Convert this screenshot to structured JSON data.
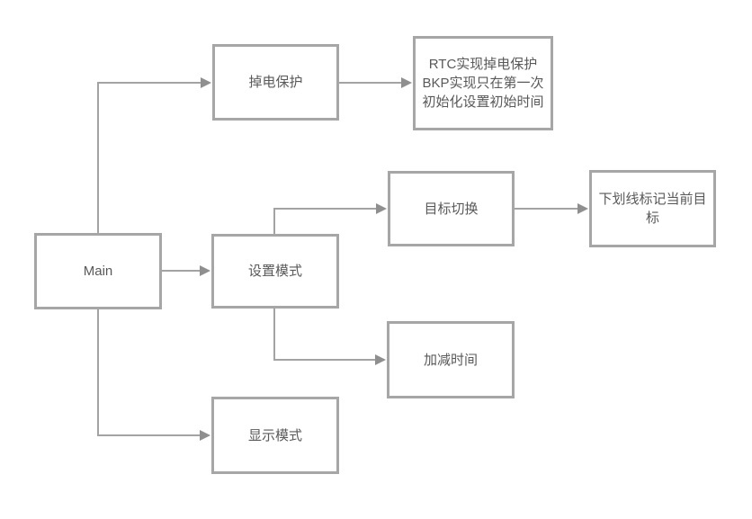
{
  "diagram": {
    "type": "flowchart",
    "colors": {
      "node_border": "#a6a6a6",
      "connector": "#a3a3a3",
      "arrowhead": "#8f8f8f",
      "text": "#595959",
      "background": "#ffffff"
    },
    "nodes": [
      {
        "id": "main",
        "label": "Main"
      },
      {
        "id": "power-protection",
        "label": "掉电保护"
      },
      {
        "id": "rtc-note",
        "label": "RTC实现掉电保护\nBKP实现只在第一次\n初始化设置初始时间"
      },
      {
        "id": "target-switch",
        "label": "目标切换"
      },
      {
        "id": "underline-note",
        "label": "下划线标记当前目\n标"
      },
      {
        "id": "set-mode",
        "label": "设置模式"
      },
      {
        "id": "time-adjust",
        "label": "加减时间"
      },
      {
        "id": "display-mode",
        "label": "显示模式"
      }
    ],
    "edges": [
      {
        "from": "main",
        "to": "power-protection"
      },
      {
        "from": "main",
        "to": "set-mode"
      },
      {
        "from": "main",
        "to": "display-mode"
      },
      {
        "from": "power-protection",
        "to": "rtc-note"
      },
      {
        "from": "set-mode",
        "to": "target-switch"
      },
      {
        "from": "set-mode",
        "to": "time-adjust"
      },
      {
        "from": "target-switch",
        "to": "underline-note"
      }
    ]
  }
}
